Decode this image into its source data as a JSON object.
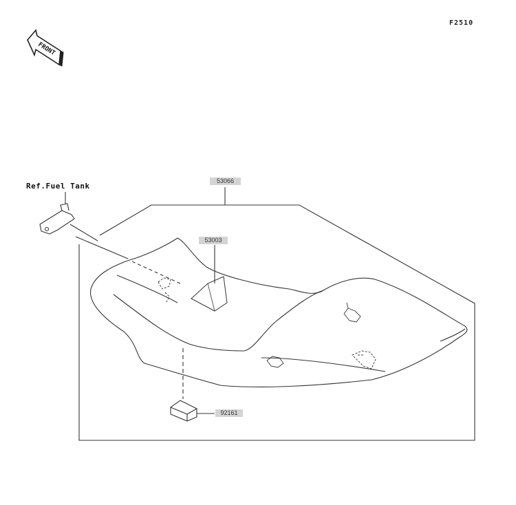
{
  "diagram_code": "F2510",
  "front_indicator": {
    "label": "FRONT",
    "icon": "front-arrow-icon"
  },
  "reference_label": "Ref.Fuel Tank",
  "parts": [
    {
      "id": "seat-assembly",
      "number": "53066"
    },
    {
      "id": "seat-cover-tag",
      "number": "53003"
    },
    {
      "id": "damper-rubber",
      "number": "92161"
    }
  ],
  "colors": {
    "line": "#2a2a2a",
    "tag_background": "#d4d4d4"
  }
}
